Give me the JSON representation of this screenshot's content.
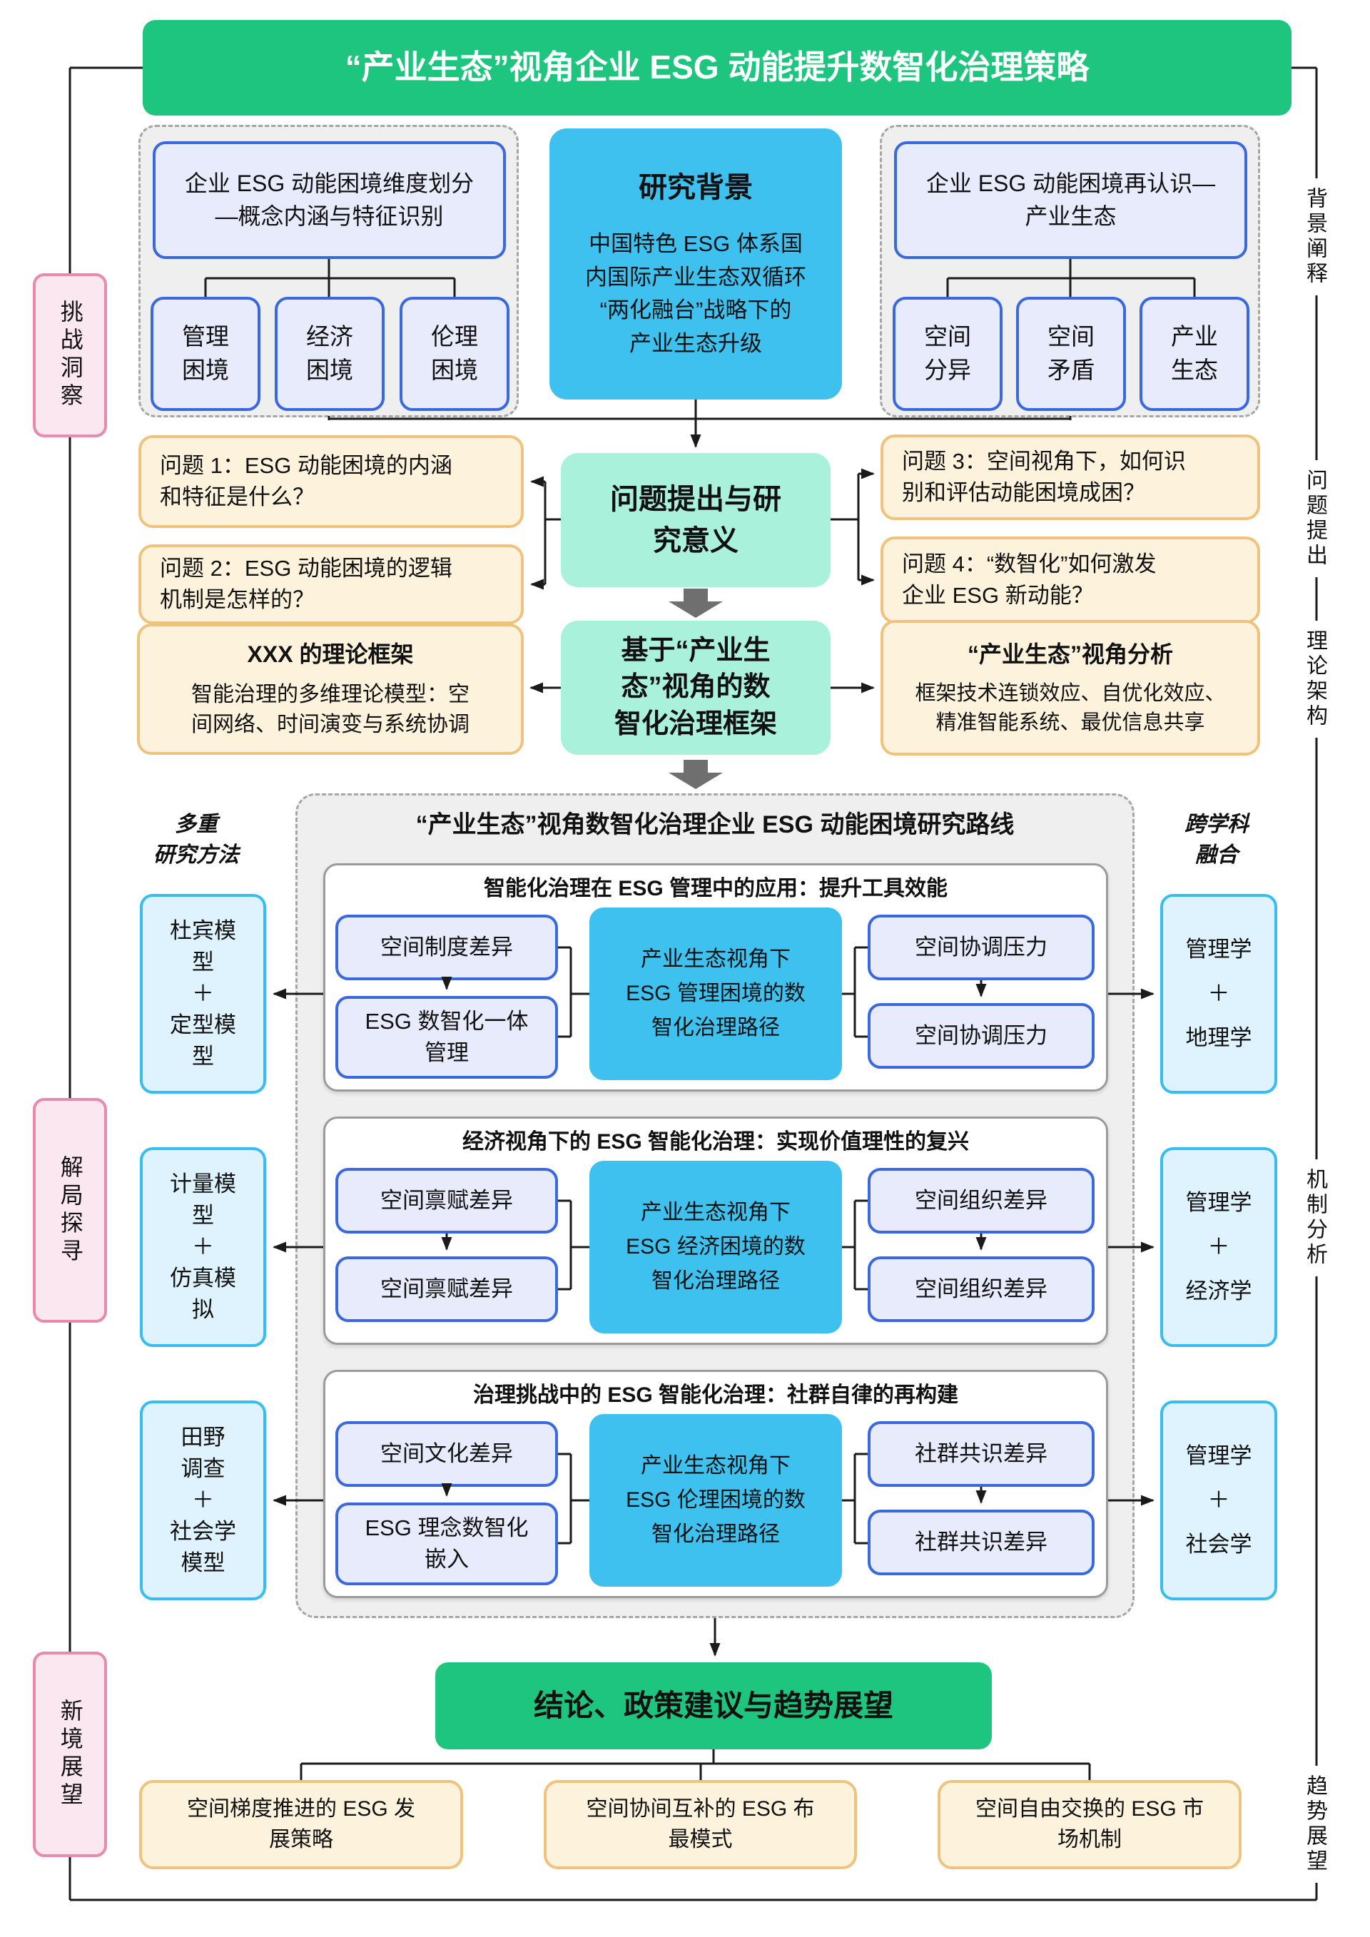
{
  "title": "“产业生态”视角企业 ESG 动能提升数智化治理策略",
  "side": {
    "left": [
      "挑战洞察",
      "解局探寻",
      "新境展望"
    ],
    "right": [
      "背景阐释",
      "问题提出",
      "理论架构",
      "机制分析",
      "趋势展望"
    ]
  },
  "background": {
    "dimension_group": {
      "title": "企业 ESG 动能困境维度划分\n—概念内涵与特征识别",
      "children": [
        "管理\n困境",
        "经济\n困境",
        "伦理\n困境"
      ]
    },
    "center": {
      "title": "研究背景",
      "body": "中国特色 ESG 体系国\n内国际产业生态双循环\n“两化融台”战略下的\n产业生态升级"
    },
    "recognition_group": {
      "title": "企业 ESG 动能困境再认识—\n产业生态",
      "children": [
        "空间\n分异",
        "空间\n矛盾",
        "产业\n生态"
      ]
    }
  },
  "questions": {
    "center": "问题提出与研\n究意义",
    "q1": "问题 1：ESG 动能困境的内涵\n和特征是什么？",
    "q2": "问题 2：ESG 动能困境的逻辑\n机制是怎样的？",
    "q3": "问题 3：空间视角下，如何识\n别和评估动能困境成困？",
    "q4": "问题 4：“数智化”如何激发\n企业 ESG 新动能？"
  },
  "theory": {
    "left": {
      "title": "XXX 的理论框架",
      "body": "智能治理的多维理论模型：空\n间网络、时间演变与系统协调"
    },
    "center": "基于“产业生\n态”视角的数\n智化治理框架",
    "right": {
      "title": "“产业生态”视角分析",
      "body": "框架技术连锁效应、自优化效应、\n精准智能系统、最优信息共享"
    }
  },
  "main": {
    "header": "“产业生态”视角数智化治理企业 ESG 动能困境研究路线",
    "left_caption": "多重\n研究方法",
    "right_caption": "跨学科\n融合",
    "rows": [
      {
        "header": "智能化治理在 ESG 管理中的应用：提升工具效能",
        "method": "杜宾模\n型\n＋\n定型模\n型",
        "left_top": "空间制度差异",
        "left_bottom": "ESG 数智化一体\n管理",
        "center": "产业生态视角下\nESG 管理困境的数\n智化治理路径",
        "right_top": "空间协调压力",
        "right_bottom": "空间协调压力",
        "discipline": "管理学\n＋\n地理学"
      },
      {
        "header": "经济视角下的 ESG 智能化治理：实现价值理性的复兴",
        "method": "计量模\n型\n＋\n仿真模\n拟",
        "left_top": "空间禀赋差异",
        "left_bottom": "空间禀赋差异",
        "center": "产业生态视角下\nESG 经济困境的数\n智化治理路径",
        "right_top": "空间组织差异",
        "right_bottom": "空间组织差异",
        "discipline": "管理学\n＋\n经济学"
      },
      {
        "header": "治理挑战中的 ESG 智能化治理：社群自律的再构建",
        "method": "田野\n调查\n＋\n社会学\n模型",
        "left_top": "空间文化差异",
        "left_bottom": "ESG 理念数智化\n嵌入",
        "center": "产业生态视角下\nESG 伦理困境的数\n智化治理路径",
        "right_top": "社群共识差异",
        "right_bottom": "社群共识差异",
        "discipline": "管理学\n＋\n社会学"
      }
    ]
  },
  "conclusion": {
    "title": "结论、政策建议与趋势展望",
    "outcomes": [
      "空间梯度推进的 ESG 发\n展策略",
      "空间协间互补的 ESG 布\n最模式",
      "空间自由交换的 ESG 市\n场机制"
    ]
  },
  "colors": {
    "green": "#1ec57f",
    "sky_blue": "#3ec1ef",
    "mint": "#aaf1dc",
    "lavender_fill": "#e8ebfb",
    "lavender_border": "#3a68de",
    "orange_fill": "#fdf3dd",
    "orange_border": "#efc37c",
    "pink_fill": "#fbe7ef",
    "pink_border": "#e989ac",
    "cyan_fill": "#def3fd",
    "cyan_border": "#38bdf0",
    "container_gray": "#efefef",
    "block_arrow_gray": "#6f6f6f"
  }
}
